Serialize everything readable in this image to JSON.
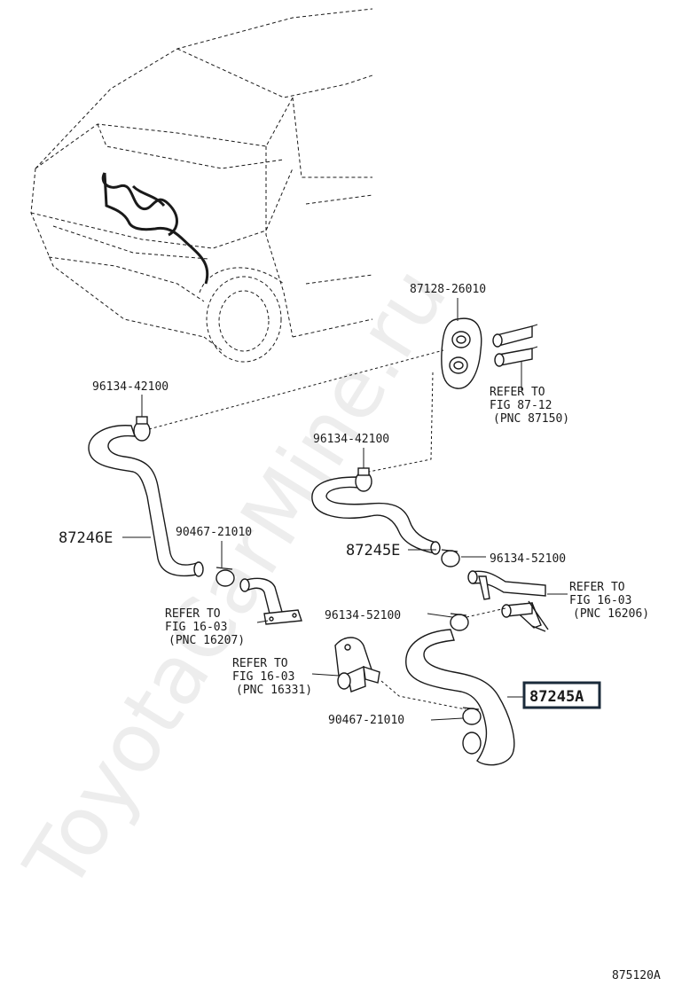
{
  "watermark": "ToyotaCarMine.ru",
  "figure_code": "875120A",
  "parts": {
    "p87128": "87128-26010",
    "p96134_top_left": "96134-42100",
    "p96134_mid": "96134-42100",
    "p87246E": "87246E",
    "p90467_upper": "90467-21010",
    "p87245E": "87245E",
    "p96134_52100_upper": "96134-52100",
    "p96134_52100_lower": "96134-52100",
    "p87245A": "87245A",
    "p90467_lower": "90467-21010"
  },
  "refs": {
    "ref_87": {
      "l1": "REFER TO",
      "l2": "FIG 87-12",
      "l3": "(PNC 87150)"
    },
    "ref_16206": {
      "l1": "REFER TO",
      "l2": "FIG 16-03",
      "l3": "(PNC 16206)"
    },
    "ref_16207": {
      "l1": "REFER TO",
      "l2": "FIG 16-03",
      "l3": "(PNC 16207)"
    },
    "ref_16331": {
      "l1": "REFER TO",
      "l2": "FIG 16-03",
      "l3": "(PNC 16331)"
    }
  }
}
